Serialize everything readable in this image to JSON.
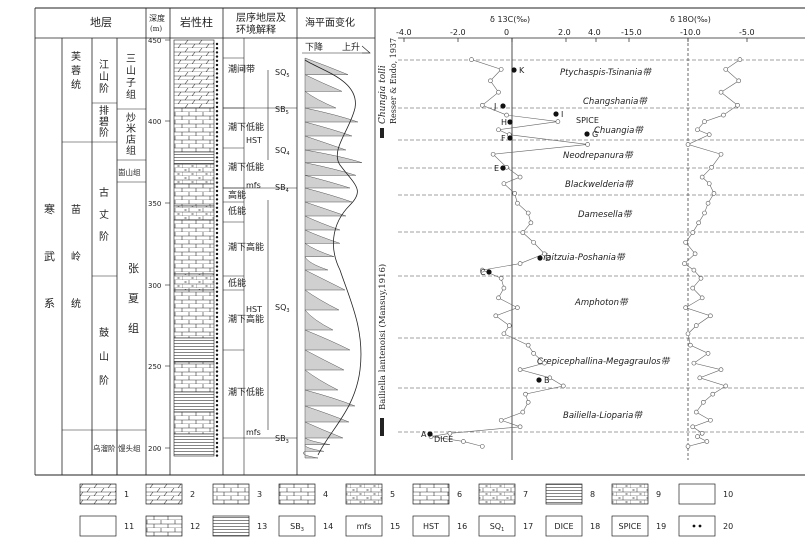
{
  "headers": {
    "strata": "地层",
    "depth": "深度",
    "depth_unit": "(m)",
    "lithology": "岩性柱",
    "sequence": "层序地层及",
    "sequence2": "环境解释",
    "sealevel": "海平面变化",
    "fall": "下降",
    "rise": "上升"
  },
  "strata": {
    "system": [
      "寒",
      "武",
      "系"
    ],
    "series_upper": [
      "芙",
      "蓉",
      "统"
    ],
    "series_middle": [
      "苗",
      "岭",
      "统"
    ],
    "stages": {
      "jiangshan": [
        "江",
        "山",
        "阶"
      ],
      "paibi": [
        "排",
        "碧",
        "阶"
      ],
      "guzhang": [
        "古",
        "丈",
        "阶"
      ],
      "gushan": [
        "鼓",
        "山",
        "阶"
      ],
      "wuliu": "乌溜阶"
    },
    "formations": {
      "sanshanzi": [
        "三",
        "山",
        "子",
        "组"
      ],
      "chaomidian": [
        "炒",
        "米",
        "店",
        "组"
      ],
      "gushan": "崮山组",
      "zhangxia": [
        "张",
        "夏",
        "组"
      ],
      "mantou": "馒头组"
    }
  },
  "depth_ticks": [
    "450",
    "400",
    "350",
    "300",
    "250",
    "200"
  ],
  "sequence_labels": {
    "env": [
      "潮间带",
      "潮下低能",
      "潮下低能",
      "高能",
      "低能",
      "潮下高能",
      "低能",
      "潮下高能",
      "潮下低能"
    ],
    "hst": [
      "HST",
      "HST"
    ],
    "mfs": [
      "mfs",
      "mfs"
    ],
    "sq": [
      "SQ",
      "SQ",
      "SQ"
    ],
    "sq_sub": [
      "5",
      "4",
      "3"
    ],
    "sb": [
      "SB",
      "SB",
      "SB"
    ],
    "sb_sub": [
      "5",
      "4",
      "3"
    ]
  },
  "biozones": {
    "fossil_upper": "Chungia tolli",
    "fossil_upper_auth": "Resser & Endo, 1937",
    "fossil_lower": "Bailiella lantenoisi (Mansuy,1916)",
    "zones": [
      "Ptychaspis-Tsinania带",
      "Changshania带",
      "Chuangia带",
      "Neodrepanura带",
      "Blackwelderia带",
      "Damesella带",
      "Taitzuia-Poshania带",
      "Amphoton带",
      "Crepicephallina-Megagraulos带",
      "Bailiella-Lioparia带"
    ]
  },
  "isotope_axes": {
    "c_title": "δ 13C(‰)",
    "o_title": "δ 18O(‰)",
    "c_ticks": [
      "-4.0",
      "-2.0",
      "0",
      "2.0"
    ],
    "o_ticks": [
      "4.0",
      "-15.0",
      "-10.0",
      "-5.0"
    ]
  },
  "events": {
    "points": [
      "K",
      "J",
      "I",
      "H",
      "G",
      "F",
      "E",
      "D",
      "C",
      "B",
      "A"
    ],
    "spice": "SPICE",
    "dice": "DICE"
  },
  "legend": {
    "numbers": [
      "1",
      "2",
      "3",
      "4",
      "5",
      "6",
      "7",
      "8",
      "9",
      "10",
      "11",
      "12",
      "13",
      "14",
      "15",
      "16",
      "17",
      "18",
      "19",
      "20"
    ],
    "sb": "SB",
    "sb_sub": "3",
    "mfs": "mfs",
    "hst": "HST",
    "sq": "SQ",
    "sq_sub": "1",
    "dice": "DICE",
    "spice": "SPICE"
  },
  "colors": {
    "line": "#222222",
    "fill": "#d0d0d0",
    "dashed": "#444444"
  },
  "chart_data": {
    "type": "line",
    "series": [
      {
        "name": "δ13C",
        "y_depth": [
          438,
          432,
          425,
          418,
          410,
          404,
          400,
          395,
          392,
          386,
          380,
          372,
          366,
          362,
          356,
          350,
          344,
          338,
          332,
          326,
          319,
          313,
          309,
          304,
          298,
          292,
          286,
          281,
          275,
          270,
          263,
          258,
          252,
          248,
          243,
          238,
          233,
          228,
          222,
          217,
          213,
          209,
          207,
          204,
          201
        ],
        "values": [
          -1.5,
          -0.4,
          -0.8,
          -0.5,
          -1.1,
          -0.2,
          1.7,
          -0.5,
          -0.1,
          2.8,
          -0.7,
          -0.2,
          0.3,
          -0.3,
          0.1,
          0.2,
          0.6,
          0.7,
          0.4,
          0.8,
          1.2,
          0.3,
          -1.1,
          -0.4,
          -0.3,
          -0.5,
          0.2,
          -0.6,
          -0.1,
          -0.3,
          0.6,
          0.8,
          1.2,
          0.3,
          1.4,
          1.9,
          0.5,
          0.6,
          0.4,
          -0.4,
          0.3,
          -2.3,
          -3.0,
          -1.8,
          -1.1
        ]
      },
      {
        "name": "δ18O",
        "y_depth": [
          438,
          432,
          425,
          418,
          410,
          404,
          400,
          395,
          392,
          386,
          380,
          372,
          366,
          362,
          356,
          350,
          344,
          338,
          332,
          326,
          319,
          313,
          309,
          304,
          298,
          292,
          286,
          281,
          275,
          270,
          263,
          258,
          252,
          248,
          243,
          238,
          233,
          228,
          222,
          217,
          213,
          209,
          207,
          204,
          201
        ],
        "values": [
          -5.6,
          -6.8,
          -5.7,
          -7.2,
          -5.8,
          -7.0,
          -8.6,
          -9.2,
          -8.2,
          -10.0,
          -7.2,
          -8.0,
          -8.8,
          -8.2,
          -7.8,
          -8.3,
          -8.6,
          -9.1,
          -9.6,
          -10.2,
          -9.4,
          -10.3,
          -9.5,
          -8.9,
          -9.6,
          -8.8,
          -10.2,
          -8.1,
          -9.3,
          -10.0,
          -9.8,
          -8.3,
          -9.5,
          -7.2,
          -9.0,
          -6.8,
          -7.9,
          -8.7,
          -9.3,
          -8.1,
          -9.6,
          -8.8,
          -9.2,
          -8.4,
          -10.0
        ]
      }
    ],
    "xlim_c": [
      -4.0,
      2.0
    ],
    "xlim_o": [
      -15.0,
      -5.0
    ],
    "ylim_depth": [
      200,
      450
    ]
  }
}
